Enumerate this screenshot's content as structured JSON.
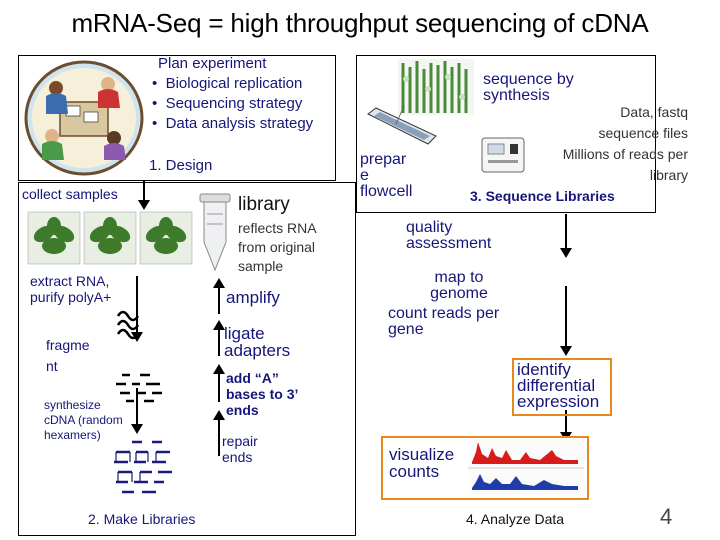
{
  "title": "mRNA-Seq = high throughput sequencing of cDNA",
  "plan": {
    "heading": "Plan experiment",
    "bullets": [
      "Biological replication",
      "Sequencing strategy",
      "Data analysis strategy"
    ],
    "step": "1. Design"
  },
  "make": {
    "collect": "collect samples",
    "library": "library",
    "library_note": "reflects RNA from original sample",
    "extract": "extract RNA, purify polyA+",
    "fragment_a": "fragme",
    "fragment_b": "nt",
    "synthesize": "synthesize cDNA (random hexamers)",
    "amplify": "amplify",
    "ligate": "ligate adapters",
    "add_a": "add “A” bases to 3’ ends",
    "repair": "repair ends",
    "step": "2. Make Libraries"
  },
  "sequence": {
    "sbs": "sequence by synthesis",
    "data": "Data, fastq sequence files Millions of reads per library",
    "prep_a": "prepar",
    "prep_b": "e",
    "prep_c": "flowcell",
    "step": "3. Sequence Libraries"
  },
  "analyze": {
    "qa": "quality assessment",
    "map": "map to genome",
    "count": "count reads per gene",
    "diff": "identify differential expression",
    "viz": "visualize counts",
    "step": "4. Analyze Data"
  },
  "page_number": "4",
  "colors": {
    "navy": "#16167a",
    "orange": "#e8891e",
    "plant": "#3d7a2a",
    "track": "#d81c1c",
    "track2": "#1f3ca8"
  }
}
